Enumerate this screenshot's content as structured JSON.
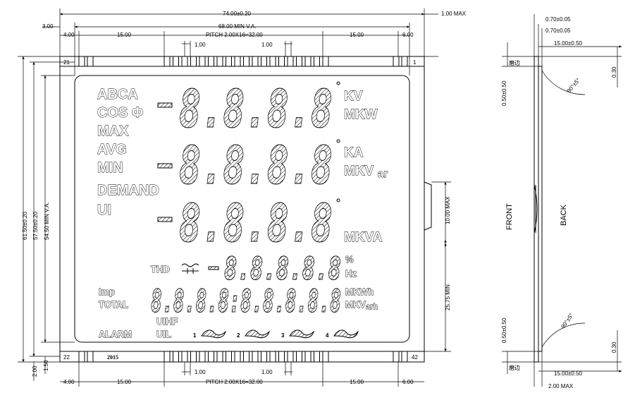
{
  "dims": {
    "overall_width": "74.00±0.20",
    "min_va_width": "68.00 MIN V.A.",
    "left_3": "3.00",
    "left_4": "4.00",
    "left_15": "15.00",
    "pitch_top": "PITCH 2.00X16=32.00",
    "right_15": "15.00",
    "right_6": "6.00",
    "one_a": "1.00",
    "one_b": "1.00",
    "max_1": "1.00 MAX",
    "overall_height": "61.50±0.20",
    "h_57": "57.50±0.20",
    "h_54": "54.50 MIN V.A.",
    "h_10": "10.00 MAX",
    "h_25": "25.75 MIN",
    "bot_2": "2.00",
    "bot_150": "1.50",
    "bot_left_4": "4.00",
    "bot_left_15": "15.00",
    "pitch_bottom": "PITCH 2.00X16=32.00",
    "bot_right_15": "15.00",
    "bot_right_6": "6.00",
    "bot_one_a": "1.00",
    "bot_one_b": "1.00",
    "pin_21": "21",
    "pin_1": "1",
    "pin_22": "22",
    "pin_42": "42",
    "year": "2015"
  },
  "side": {
    "top_070a": "0.70±0.05",
    "top_070b": "0.70±0.05",
    "top_15": "15.00±0.50",
    "edge_top": "磨边",
    "edge_bottom": "磨边",
    "angle_top": "90°±5°",
    "angle_bottom": "90°±5°",
    "v_030_top": "0.30",
    "v_050_top": "0.50±0.50",
    "v_050_bot": "0.50±0.50",
    "v_030_bot": "0.30",
    "bot_15": "15.00±0.50",
    "bot_2max": "2.00 MAX",
    "front": "FRONT",
    "back": "BACK"
  },
  "labels": {
    "abca": "ABCA",
    "cos": "COS Φ",
    "max": "MAX",
    "avg": "AVG",
    "min": "MIN",
    "demand": "DEMAND",
    "ui": "UI",
    "kv": "KV",
    "mkw": "MKW",
    "ka": "KA",
    "mkvar_a": "MKV",
    "mkvar_b": "ar",
    "mkva": "MKVA",
    "thd": "THD",
    "pct": "%",
    "hz": "Hz",
    "imp": "Imp",
    "total": "TOTAL",
    "mkwh": "MKWh",
    "mkvarh_a": "MKV",
    "mkvarh_b": "arh",
    "alarm": "ALARM",
    "uihf": "UIHF",
    "uil": "UIL",
    "n1": "1",
    "n2": "2",
    "n3": "3",
    "n4": "4"
  },
  "digits": {
    "row1": "8.8.8.8",
    "row2": "8.8.8.8",
    "row3": "8.8.8.8",
    "thd": "8.8.8.8.8",
    "total": "8.8.8.8:8.8.8.8.8"
  }
}
